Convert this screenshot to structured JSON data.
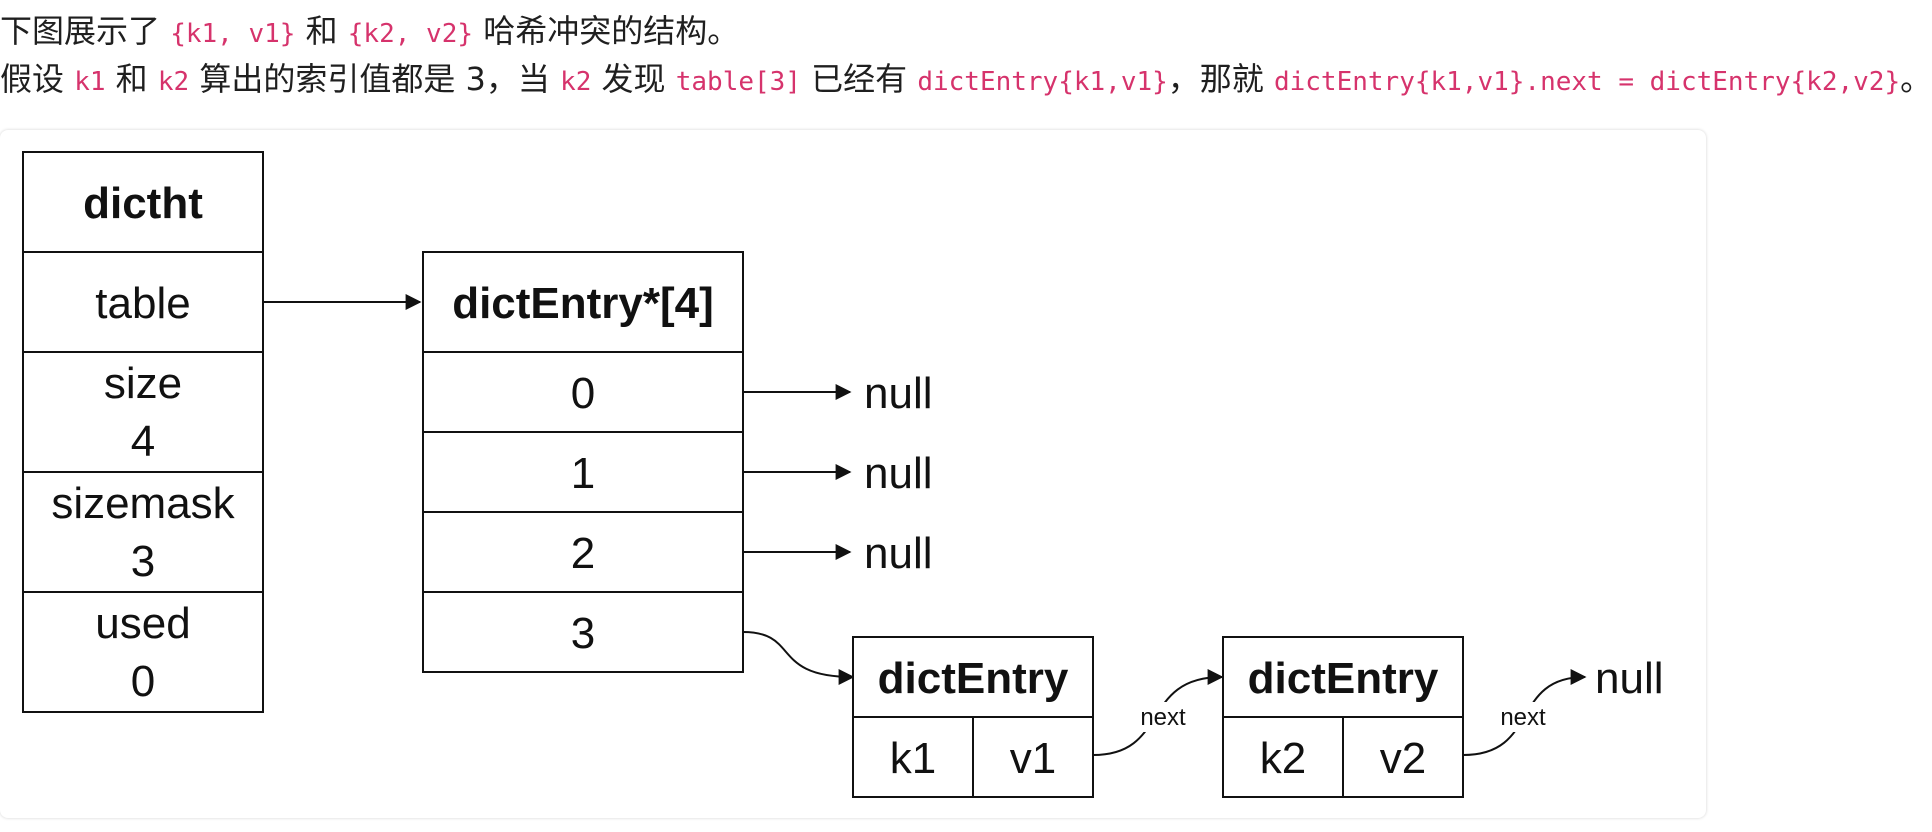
{
  "intro": {
    "line1": {
      "prefix": "下图展示了",
      "code_a": "{k1, v1}",
      "mid": "和",
      "code_b": "{k2, v2}",
      "suffix": "哈希冲突的结构。"
    },
    "line2": {
      "prefix": "假设",
      "code_k1": "k1",
      "he": "和",
      "code_k2": "k2",
      "text2": "算出的索引值都是 3，当",
      "code_k2b": "k2",
      "faxian": "发现",
      "code_table": "table[3]",
      "yijing": "已经有",
      "code_entry": "dictEntry{k1,v1}",
      "najiu": "，那就",
      "code_next": "dictEntry{k1,v1}.next = dictEntry{k2,v2}",
      "end": "。"
    }
  },
  "diagram": {
    "dictht": {
      "title": "dictht",
      "table_label": "table",
      "size_label": "size",
      "size_value": "4",
      "sizemask_label": "sizemask",
      "sizemask_value": "3",
      "used_label": "used",
      "used_value": "0"
    },
    "table_array": {
      "title": "dictEntry*[4]",
      "slots": [
        "0",
        "1",
        "2",
        "3"
      ]
    },
    "null_label": "null",
    "entries": [
      {
        "title": "dictEntry",
        "key": "k1",
        "value": "v1"
      },
      {
        "title": "dictEntry",
        "key": "k2",
        "value": "v2"
      }
    ],
    "next_label": "next"
  }
}
